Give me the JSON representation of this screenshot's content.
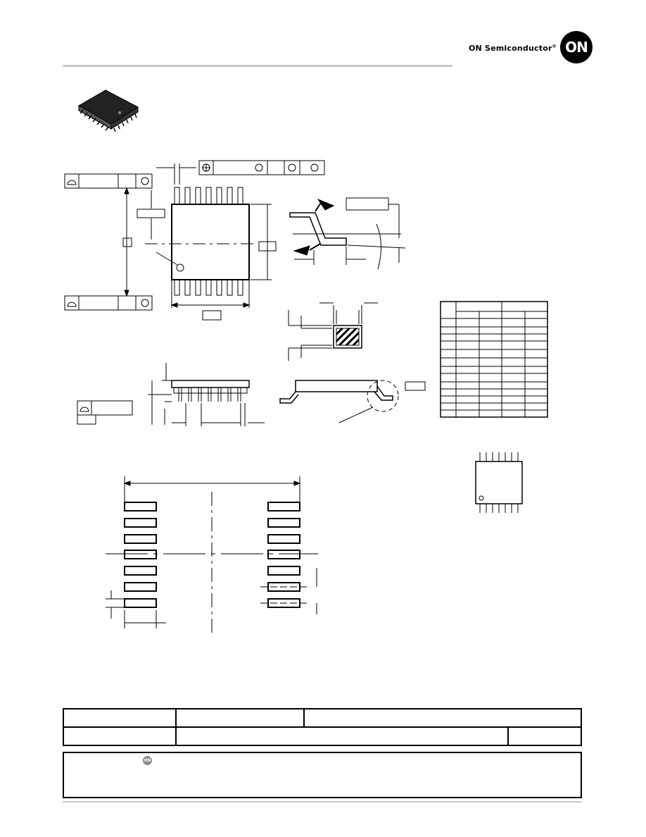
{
  "header": {
    "brand_text": "ON Semiconductor",
    "brand_mark": "®",
    "logo_text": "ON"
  },
  "footer": {
    "mini_logo_text": "ON"
  },
  "colors": {
    "rule_gray": "#c8c8c8",
    "ink": "#000000",
    "logo_gray": "#8a8a8a"
  },
  "drawing": {
    "package_pin_count": 14,
    "footprint_pad_rows": 7,
    "marking_diagram_pins_per_side": 7,
    "icons": [
      "package-photo",
      "true-position-symbol",
      "flatness-symbol",
      "pin-one-dot",
      "detail-circle",
      "hatched-section"
    ]
  }
}
